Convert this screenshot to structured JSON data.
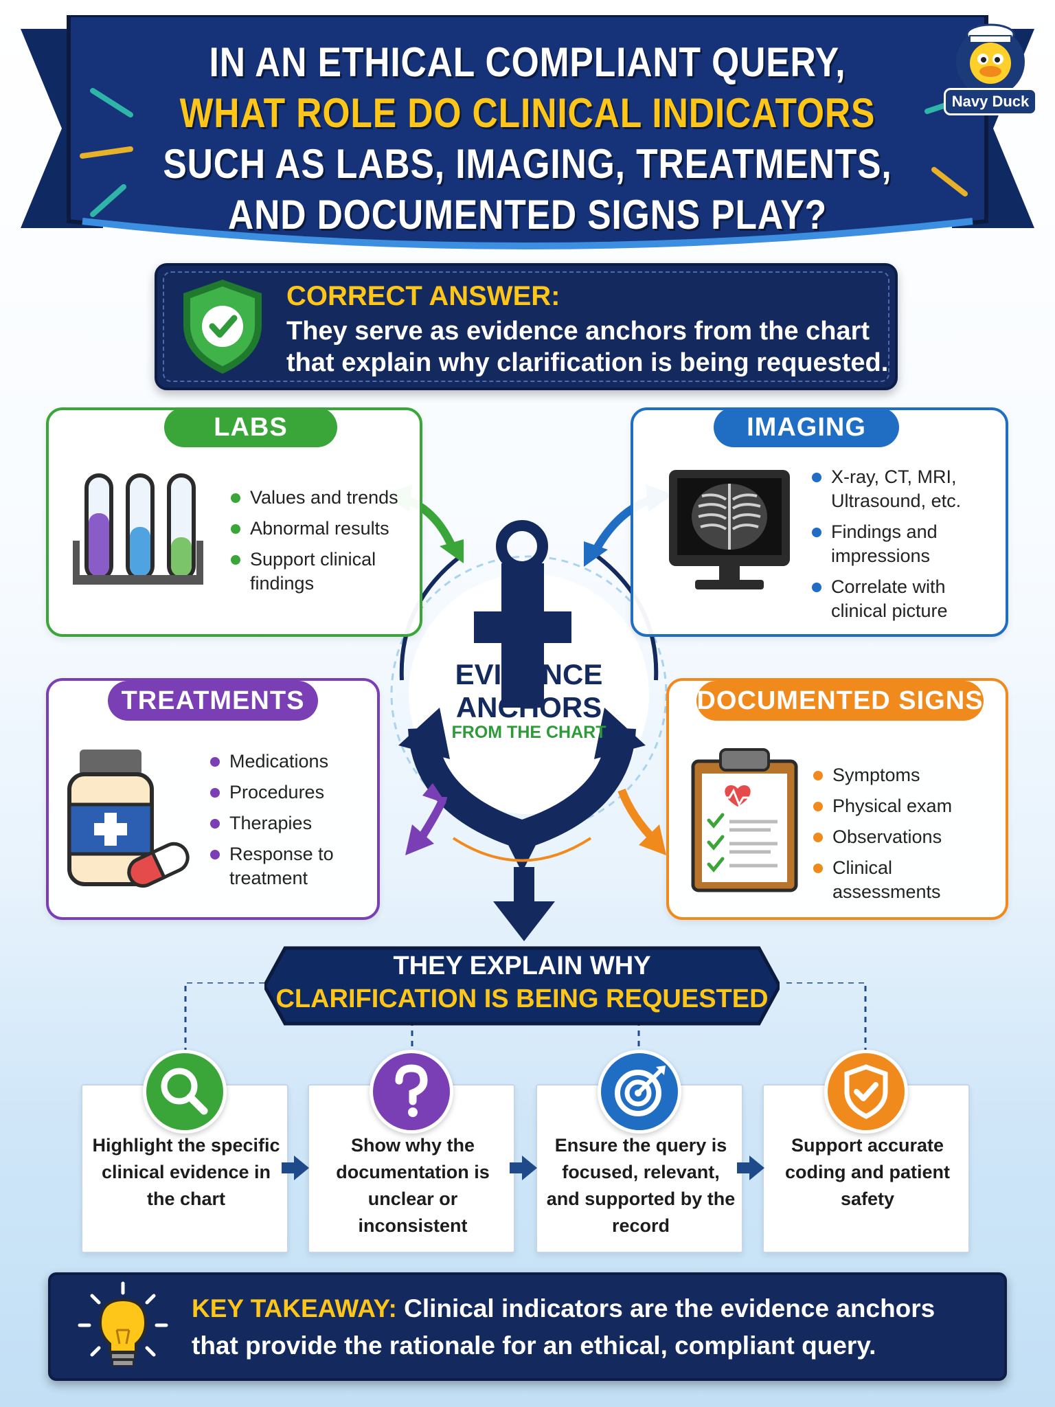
{
  "header": {
    "line1": "IN AN ETHICAL COMPLIANT QUERY,",
    "line2": "WHAT ROLE DO CLINICAL INDICATORS",
    "line3": "SUCH AS LABS, IMAGING, TREATMENTS,",
    "line4": "AND DOCUMENTED SIGNS PLAY?"
  },
  "mascot": {
    "label": "Navy Duck",
    "icon": "duck-sailor-icon"
  },
  "answer": {
    "title": "CORRECT ANSWER:",
    "body": "They serve as evidence anchors from the chart that explain why clarification is being requested.",
    "icon": "check-shield-icon"
  },
  "labs": {
    "title": "LABS",
    "color": "#3aa63a",
    "items": [
      "Values and trends",
      "Abnormal results",
      "Support clinical findings"
    ]
  },
  "imaging": {
    "title": "IMAGING",
    "color": "#1f6ec4",
    "items": [
      "X-ray, CT, MRI, Ultrasound, etc.",
      "Findings and impressions",
      "Correlate with clinical picture"
    ]
  },
  "treatments": {
    "title": "TREATMENTS",
    "color": "#7b3fb5",
    "items": [
      "Medications",
      "Procedures",
      "Therapies",
      "Response to treatment"
    ]
  },
  "signs": {
    "title": "DOCUMENTED SIGNS",
    "color": "#f08a1c",
    "items": [
      "Symptoms",
      "Physical exam",
      "Observations",
      "Clinical assessments"
    ]
  },
  "anchor": {
    "line1": "EVIDENCE",
    "line2": "ANCHORS",
    "subtitle": "FROM THE CHART"
  },
  "explain": {
    "line1": "THEY EXPLAIN WHY",
    "line2": "CLARIFICATION IS BEING REQUESTED"
  },
  "steps": [
    {
      "text": "Highlight the specific clinical evidence in the chart",
      "icon": "magnifier-icon",
      "color": "#3aa63a"
    },
    {
      "text": "Show why the documentation is unclear or inconsistent",
      "icon": "question-icon",
      "color": "#7b3fb5"
    },
    {
      "text": "Ensure the query is focused, relevant, and supported by the record",
      "icon": "target-icon",
      "color": "#1f6ec4"
    },
    {
      "text": "Support accurate coding and patient safety",
      "icon": "shield-check-icon",
      "color": "#f08a1c"
    }
  ],
  "takeaway": {
    "label": "KEY TAKEAWAY:",
    "text": "Clinical indicators are the evidence anchors that provide the rationale for an ethical, compliant query."
  }
}
